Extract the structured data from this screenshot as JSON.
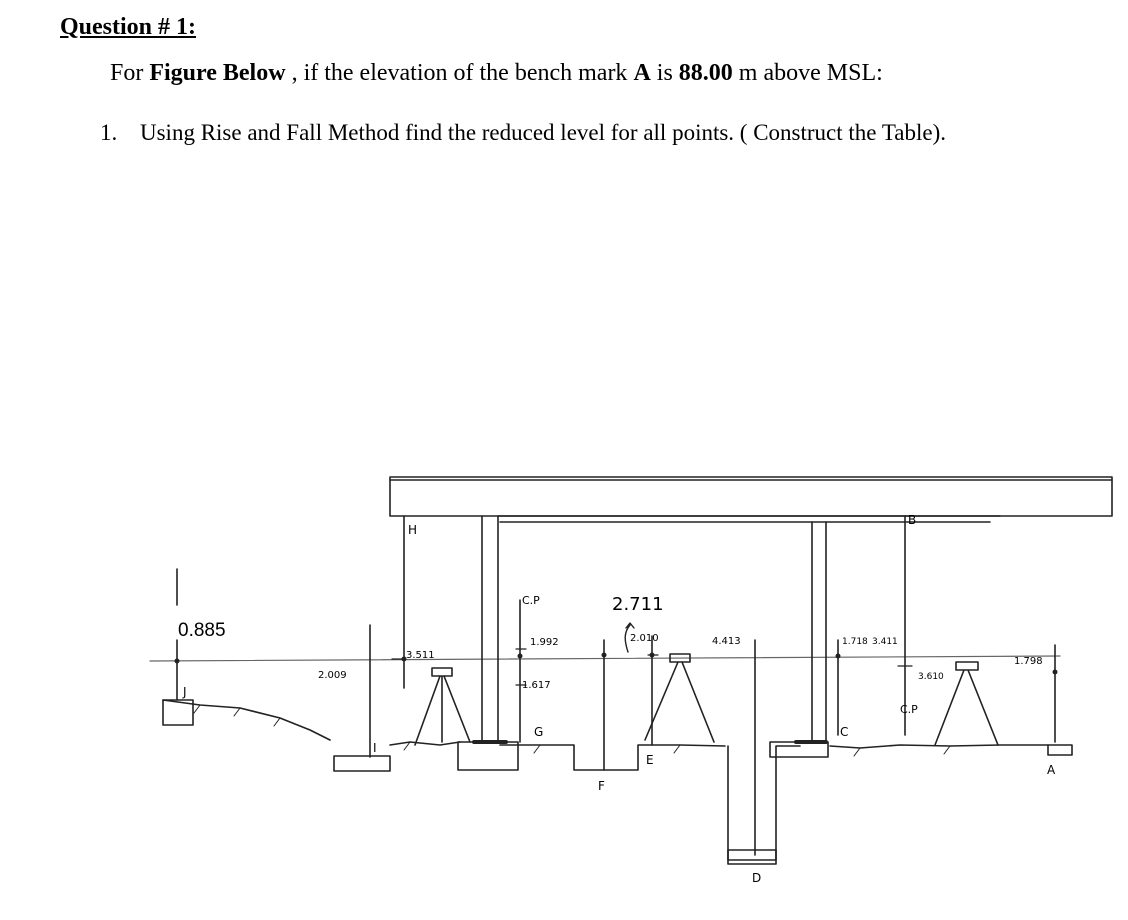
{
  "question": {
    "heading": "Question # 1:",
    "intro_prefix": "For ",
    "intro_figure": "Figure Below",
    "intro_mid": " , if the elevation of the bench mark ",
    "intro_bm": "A",
    "intro_is": " is ",
    "intro_elev": "88.00",
    "intro_suffix": " m above MSL:",
    "task_number": "1.",
    "task_text": "Using Rise and Fall Method find the reduced level for all points. ( Construct the Table)."
  },
  "figure": {
    "staff_J": "0.885",
    "staff_I": "2.009",
    "staff_H": "3.511",
    "staff_G_bs": "1.992",
    "staff_G_fs": "1.617",
    "staff_F": "2.711",
    "staff_E_bs": "2.010",
    "staff_D": "4.413",
    "staff_C_bs": "1.718",
    "staff_B": "3.411",
    "staff_C_fs": "3.610",
    "staff_A": "1.798",
    "label_cp_1": "C.P",
    "label_cp_2": "C.P",
    "point_labels": {
      "A": "A",
      "B": "B",
      "C": "C",
      "D": "D",
      "E": "E",
      "F": "F",
      "G": "G",
      "H": "H",
      "I": "I",
      "J": "J"
    }
  }
}
